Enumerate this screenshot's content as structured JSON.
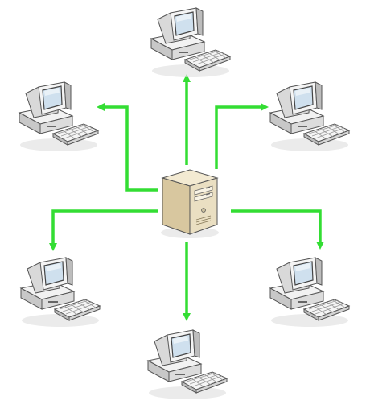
{
  "diagram": {
    "topology": "star",
    "central_node": {
      "kind": "server",
      "icon": "server-tower-icon"
    },
    "peripheral_nodes": [
      {
        "kind": "workstation",
        "icon": "desktop-computer-icon",
        "position": "top"
      },
      {
        "kind": "workstation",
        "icon": "desktop-computer-icon",
        "position": "upper-left"
      },
      {
        "kind": "workstation",
        "icon": "desktop-computer-icon",
        "position": "upper-right"
      },
      {
        "kind": "workstation",
        "icon": "desktop-computer-icon",
        "position": "lower-left"
      },
      {
        "kind": "workstation",
        "icon": "desktop-computer-icon",
        "position": "lower-right"
      },
      {
        "kind": "workstation",
        "icon": "desktop-computer-icon",
        "position": "bottom"
      }
    ],
    "connector_color": "#33dd33",
    "connector_style": "arrow",
    "connector_direction": "server-to-workstation",
    "colors": {
      "background": "#ffffff",
      "device_body": "#e6e6e6",
      "screen": "#cfe0ee",
      "server_body": "#eadfc2"
    }
  }
}
